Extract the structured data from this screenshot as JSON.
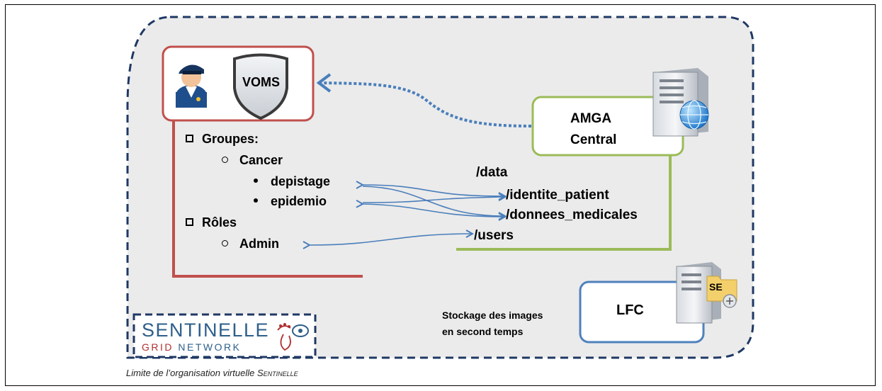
{
  "voms": {
    "label": "VOMS"
  },
  "groups": {
    "heading": "Groupes:",
    "group": "Cancer",
    "subgroups": [
      "depistage",
      "epidemio"
    ]
  },
  "roles": {
    "heading": "Rôles",
    "role": "Admin"
  },
  "amga": {
    "line1": "AMGA",
    "line2": "Central"
  },
  "paths": {
    "data": "/data",
    "identite": "/identite_patient",
    "donnees": "/donnees_medicales",
    "users": "/users"
  },
  "lfc": {
    "label": "LFC",
    "se_label": "SE"
  },
  "storage_note": {
    "line1": "Stockage des images",
    "line2": "en second temps"
  },
  "logo": {
    "line1": "SENTINELLE",
    "line2_grid": "GRID",
    "line2_network": "NETWORK"
  },
  "caption": {
    "text": "Limite de l’organisation virtuelle ",
    "emph": "Sentinelle"
  },
  "colors": {
    "voms_border": "#c0504d",
    "amga_border": "#9bbb59",
    "lfc_border": "#4f81bd",
    "dashed_boundary": "#1f3864",
    "arrow_blue": "#4a7ebb",
    "logo_blue": "#2e5f8a",
    "logo_red": "#b03030"
  }
}
